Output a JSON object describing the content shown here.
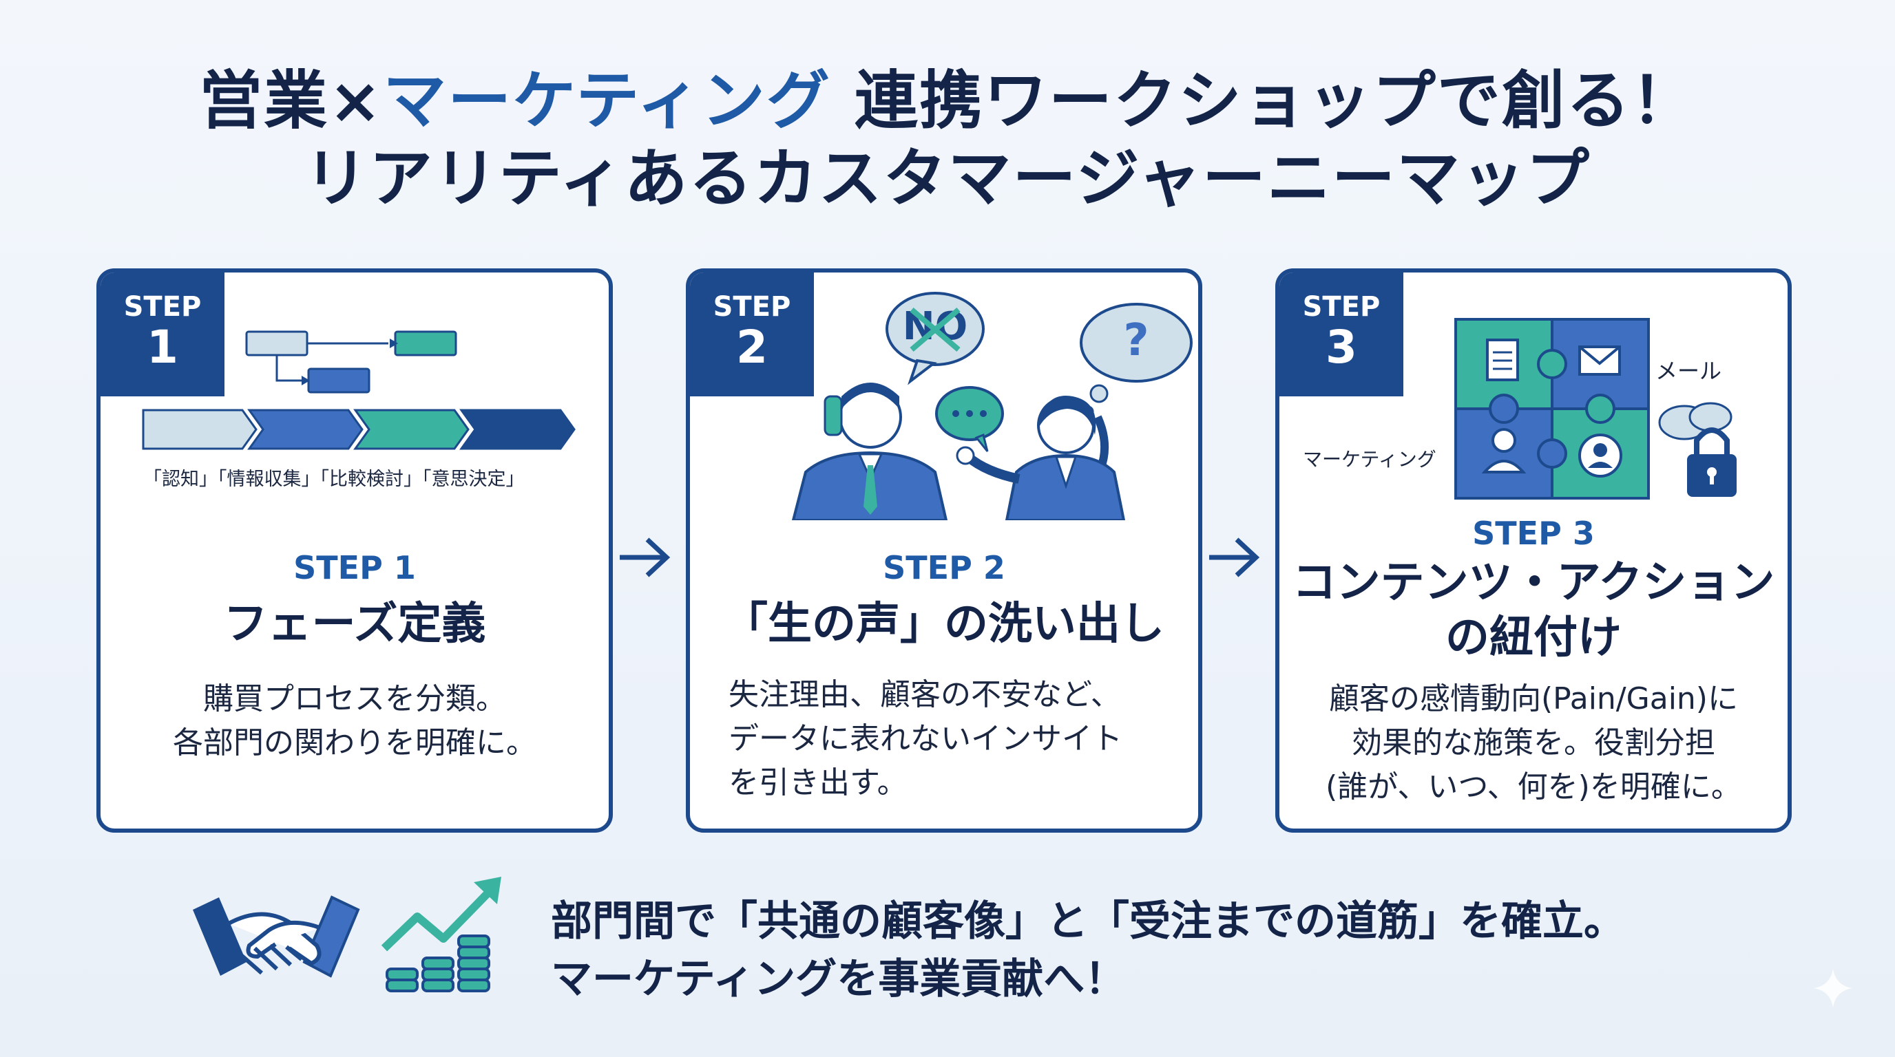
{
  "title": {
    "line1_a": "営業×",
    "line1_b": "マーケティング",
    "line1_c": " 連携ワークショップで創る！",
    "line2": "リアリティあるカスタマージャーニーマップ"
  },
  "steps": [
    {
      "badge_word": "STEP",
      "badge_num": "1",
      "label": "STEP 1",
      "title": "フェーズ定義",
      "text_line1": "購買プロセスを分類。",
      "text_line2": "各部門の関わりを明確に。",
      "phases": "「認知」「情報収集」「比較検討」「意思決定」"
    },
    {
      "badge_word": "STEP",
      "badge_num": "2",
      "label": "STEP 2",
      "title": "「生の声」の洗い出し",
      "text_line1": "失注理由、顧客の不安など、",
      "text_line2": "データに表れないインサイト",
      "text_line3": "を引き出す。",
      "bubble_no": "NO",
      "bubble_q": "?"
    },
    {
      "badge_word": "STEP",
      "badge_num": "3",
      "label": "STEP 3",
      "title_line1": "コンテンツ・アクション",
      "title_line2": "の紐付け",
      "text_line1": "顧客の感情動向(Pain/Gain)に",
      "text_line2": "効果的な施策を。役割分担",
      "text_line3": "(誰が、いつ、何を)を明確に。",
      "puzzle_label_mail": "メール",
      "puzzle_label_marketing": "マーケティング"
    }
  ],
  "bottom": {
    "line1": "部門間で「共通の顧客像」と「受注までの道筋」を確立。",
    "line2": "マーケティングを事業貢献へ！"
  },
  "colors": {
    "navy": "#1c4a8c",
    "blue": "#3f6fc1",
    "teal": "#3ab3a0",
    "light": "#cfe0ea"
  }
}
